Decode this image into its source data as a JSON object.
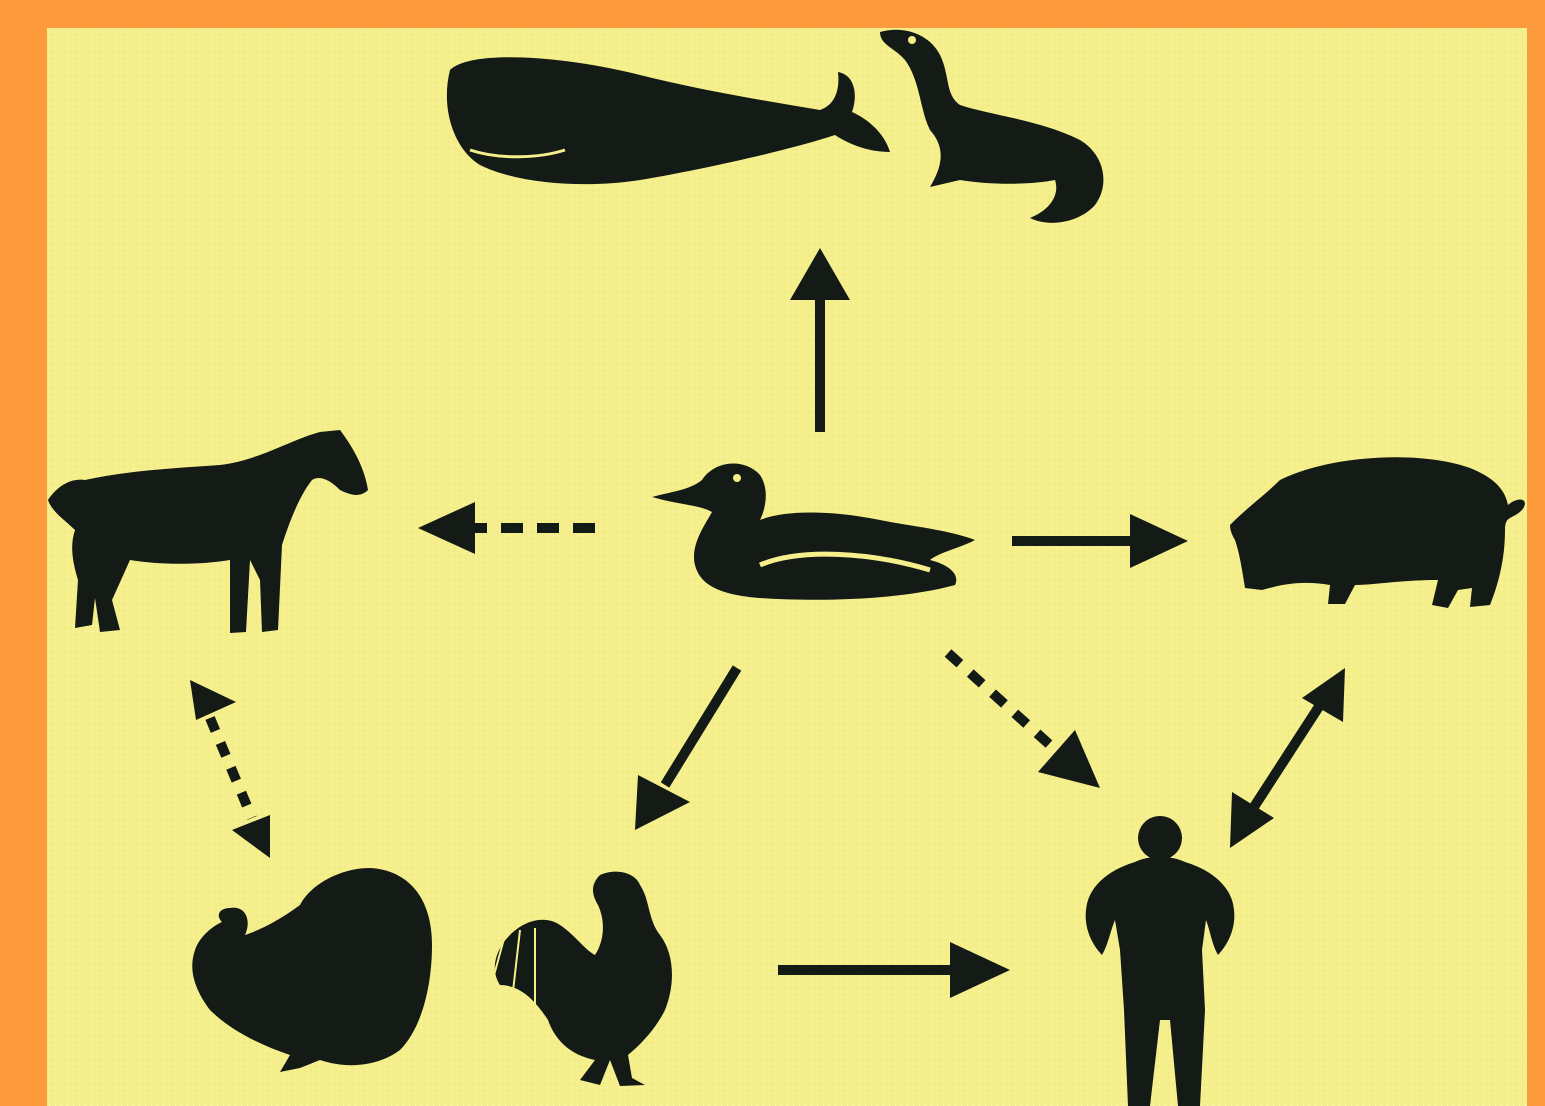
{
  "colors": {
    "frame": "#fd9a3c",
    "background": "#f5ef8b",
    "ink": "#141a16"
  },
  "nodes": [
    {
      "id": "whale",
      "icon": "sperm-whale-icon"
    },
    {
      "id": "seal",
      "icon": "sea-lion-icon"
    },
    {
      "id": "duck",
      "icon": "duck-icon"
    },
    {
      "id": "horse",
      "icon": "horse-icon"
    },
    {
      "id": "pig",
      "icon": "pig-icon"
    },
    {
      "id": "turkey",
      "icon": "turkey-icon"
    },
    {
      "id": "rooster",
      "icon": "rooster-icon"
    },
    {
      "id": "human",
      "icon": "human-icon"
    }
  ],
  "edges": [
    {
      "from": "duck",
      "to": "whale-seal",
      "style": "solid",
      "direction": "forward"
    },
    {
      "from": "duck",
      "to": "horse",
      "style": "dashed",
      "direction": "forward"
    },
    {
      "from": "duck",
      "to": "pig",
      "style": "solid",
      "direction": "forward"
    },
    {
      "from": "duck",
      "to": "rooster",
      "style": "solid",
      "direction": "forward"
    },
    {
      "from": "duck",
      "to": "human",
      "style": "dashed",
      "direction": "forward"
    },
    {
      "from": "horse",
      "to": "turkey",
      "style": "dashed",
      "direction": "both"
    },
    {
      "from": "pig",
      "to": "human",
      "style": "solid",
      "direction": "both"
    },
    {
      "from": "rooster",
      "to": "human",
      "style": "solid",
      "direction": "forward"
    }
  ]
}
